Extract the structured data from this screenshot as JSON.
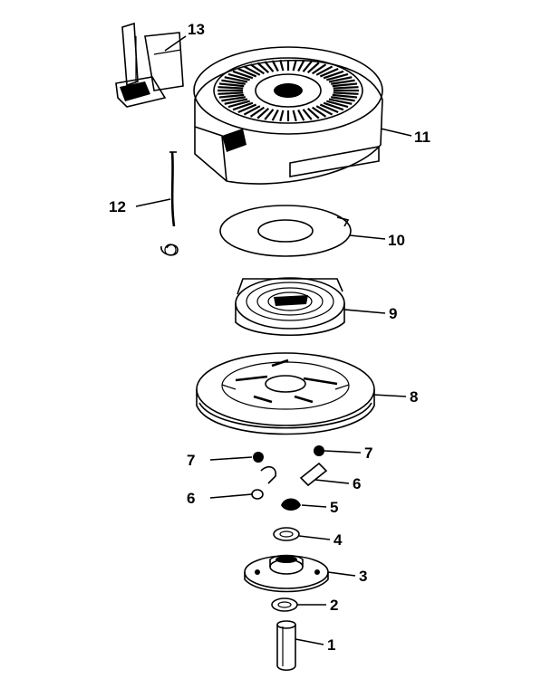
{
  "parts": [
    {
      "id": "p1",
      "label": "1"
    },
    {
      "id": "p2",
      "label": "2"
    },
    {
      "id": "p3",
      "label": "3"
    },
    {
      "id": "p4",
      "label": "4"
    },
    {
      "id": "p5",
      "label": "5"
    },
    {
      "id": "p6a",
      "label": "6"
    },
    {
      "id": "p6b",
      "label": "6"
    },
    {
      "id": "p7a",
      "label": "7"
    },
    {
      "id": "p7b",
      "label": "7"
    },
    {
      "id": "p8",
      "label": "8"
    },
    {
      "id": "p9",
      "label": "9"
    },
    {
      "id": "p10",
      "label": "10"
    },
    {
      "id": "p11",
      "label": "11"
    },
    {
      "id": "p12",
      "label": "12"
    },
    {
      "id": "p13",
      "label": "13"
    }
  ]
}
